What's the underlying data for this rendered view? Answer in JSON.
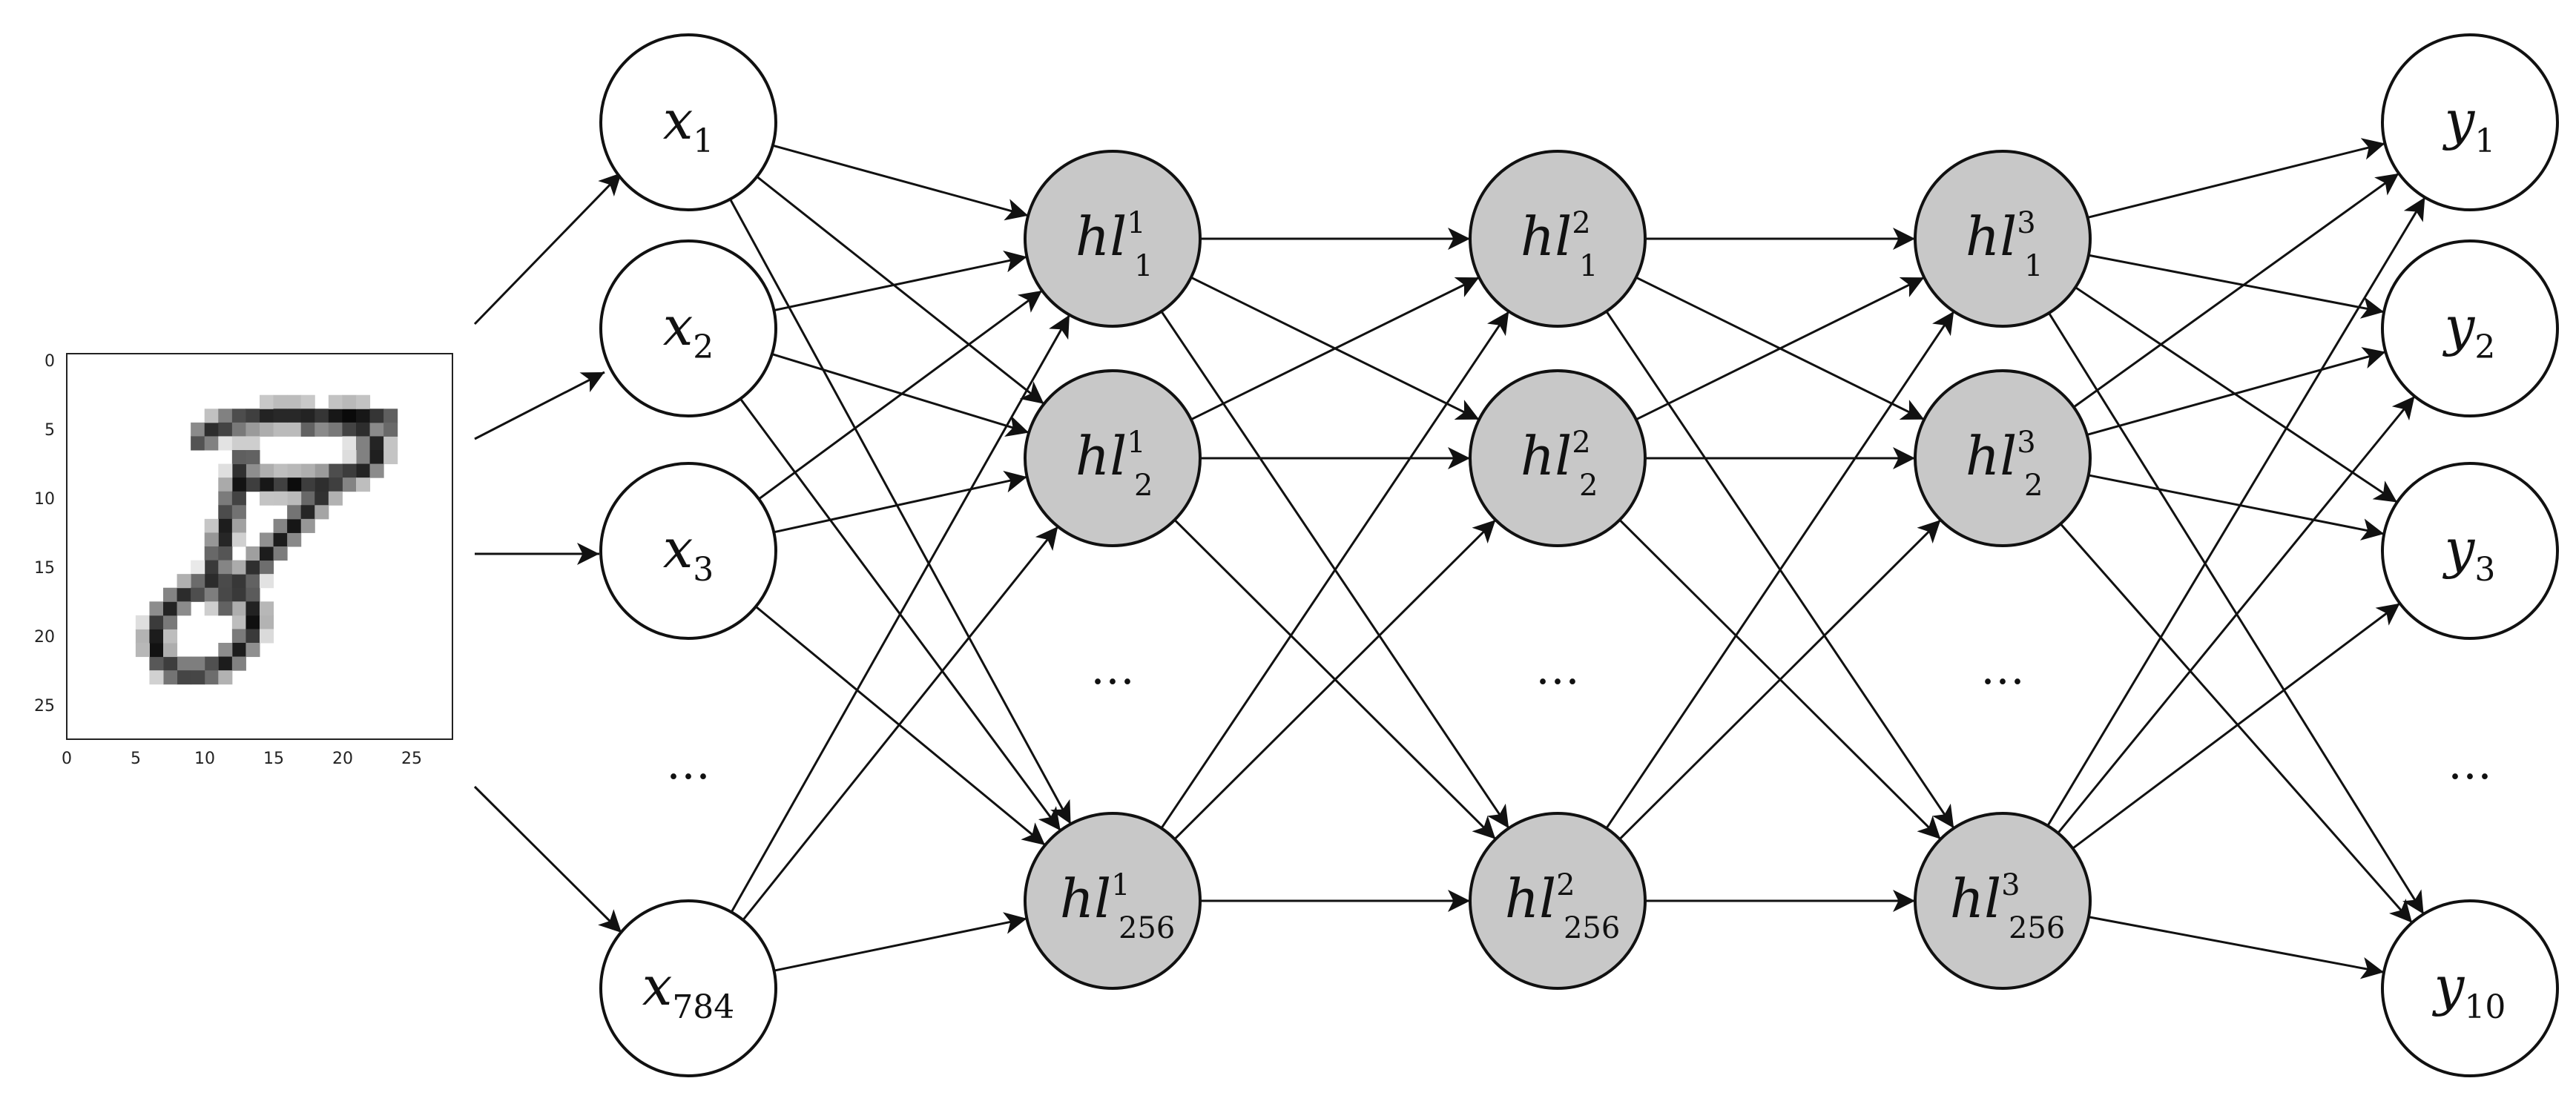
{
  "colors": {
    "input_fill": "#ffffff",
    "hidden_fill": "#c8c8c8",
    "output_fill": "#ffffff",
    "stroke": "#111111",
    "ink": "#111111"
  },
  "image": {
    "description_icon": "mnist-digit-8-image",
    "x_ticks": [
      "0",
      "5",
      "10",
      "15",
      "20",
      "25"
    ],
    "y_ticks": [
      "0",
      "5",
      "10",
      "15",
      "20",
      "25"
    ]
  },
  "layers": {
    "input": {
      "nodes": [
        {
          "base": "x",
          "sub": "1",
          "sup": ""
        },
        {
          "base": "x",
          "sub": "2",
          "sup": ""
        },
        {
          "base": "x",
          "sub": "3",
          "sup": ""
        },
        {
          "base": "x",
          "sub": "784",
          "sup": ""
        }
      ],
      "ellipsis": "…"
    },
    "hidden1": {
      "nodes": [
        {
          "base": "hl",
          "sub": "1",
          "sup": "1"
        },
        {
          "base": "hl",
          "sub": "2",
          "sup": "1"
        },
        {
          "base": "hl",
          "sub": "256",
          "sup": "1"
        }
      ],
      "ellipsis": "…"
    },
    "hidden2": {
      "nodes": [
        {
          "base": "hl",
          "sub": "1",
          "sup": "2"
        },
        {
          "base": "hl",
          "sub": "2",
          "sup": "2"
        },
        {
          "base": "hl",
          "sub": "256",
          "sup": "2"
        }
      ],
      "ellipsis": "…"
    },
    "hidden3": {
      "nodes": [
        {
          "base": "hl",
          "sub": "1",
          "sup": "3"
        },
        {
          "base": "hl",
          "sub": "2",
          "sup": "3"
        },
        {
          "base": "hl",
          "sub": "256",
          "sup": "3"
        }
      ],
      "ellipsis": "…"
    },
    "output": {
      "nodes": [
        {
          "base": "y",
          "sub": "1",
          "sup": ""
        },
        {
          "base": "y",
          "sub": "2",
          "sup": ""
        },
        {
          "base": "y",
          "sub": "3",
          "sup": ""
        },
        {
          "base": "y",
          "sub": "10",
          "sup": ""
        }
      ],
      "ellipsis": "…"
    }
  }
}
